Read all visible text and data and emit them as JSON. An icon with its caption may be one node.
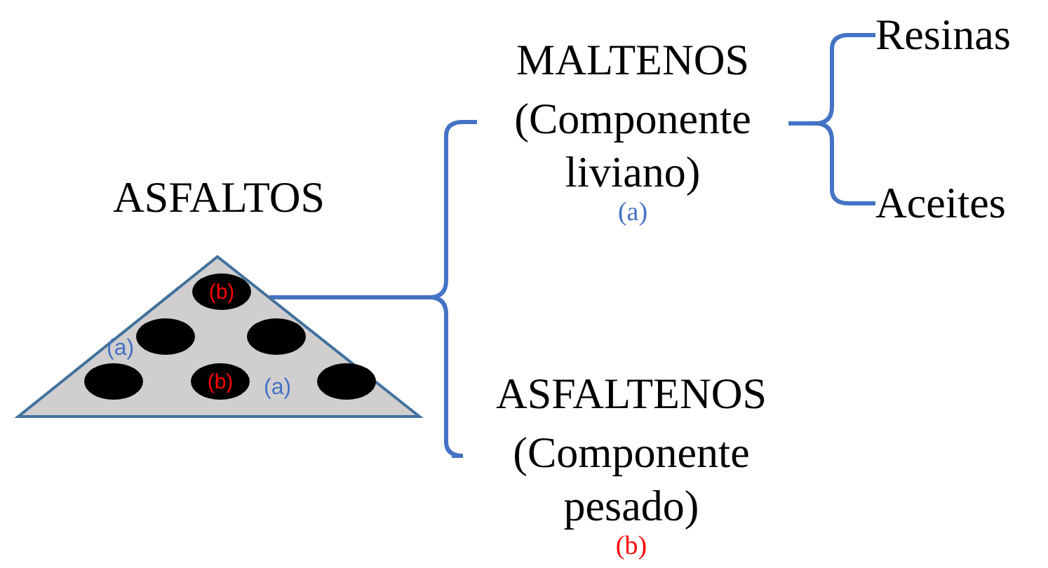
{
  "diagram": {
    "nodes": [
      {
        "text": [
          "ASFALTOS"
        ]
      },
      {
        "text": [
          "(b)"
        ],
        "in": 0
      },
      {
        "text": [],
        "shape": "ellipse",
        "in": 0
      },
      {
        "text": [],
        "shape": "ellipse",
        "in": 0
      },
      {
        "text": [],
        "shape": "ellipse",
        "in": 0
      },
      {
        "text": [
          "(b)"
        ],
        "in": 0
      },
      {
        "text": [],
        "shape": "ellipse",
        "in": 0
      },
      {
        "text": [
          "MALTENOS",
          "(Componente liviano)"
        ],
        "beside": [
          "(a)"
        ]
      },
      {
        "text": [
          "ASFALTENOS",
          "(Componente pesado)"
        ],
        "beside": [
          "(b)"
        ]
      },
      {
        "text": [
          "Resinas"
        ]
      },
      {
        "text": [
          "Aceites"
        ]
      }
    ],
    "edges": [
      {
        "from": 0,
        "to": 7,
        "arrow": "none"
      },
      {
        "from": 0,
        "to": 8,
        "arrow": "none"
      },
      {
        "from": 7,
        "to": 9,
        "arrow": "none"
      },
      {
        "from": 7,
        "to": 10,
        "arrow": "none"
      }
    ],
    "labels": [
      "(a)",
      "(a)"
    ]
  }
}
